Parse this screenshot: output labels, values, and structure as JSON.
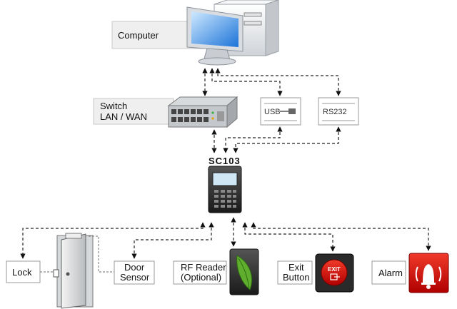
{
  "computer": {
    "label": "Computer"
  },
  "switch": {
    "label_line1": "Switch",
    "label_line2": "LAN / WAN"
  },
  "usb": {
    "label": "USB"
  },
  "rs232": {
    "label": "RS232"
  },
  "controller": {
    "label": "SC103"
  },
  "lock": {
    "label": "Lock"
  },
  "door_sensor": {
    "label_line1": "Door",
    "label_line2": "Sensor"
  },
  "rf_reader": {
    "label_line1": "RF Reader",
    "label_line2": "(Optional)"
  },
  "exit_button": {
    "label_line1": "Exit",
    "label_line2": "Button",
    "face": "EXIT"
  },
  "alarm": {
    "label": "Alarm"
  },
  "colors": {
    "alarm_red": "#cc1111",
    "exit_red": "#dd1111",
    "rf_green": "#5fae2e",
    "line": "#222222"
  }
}
